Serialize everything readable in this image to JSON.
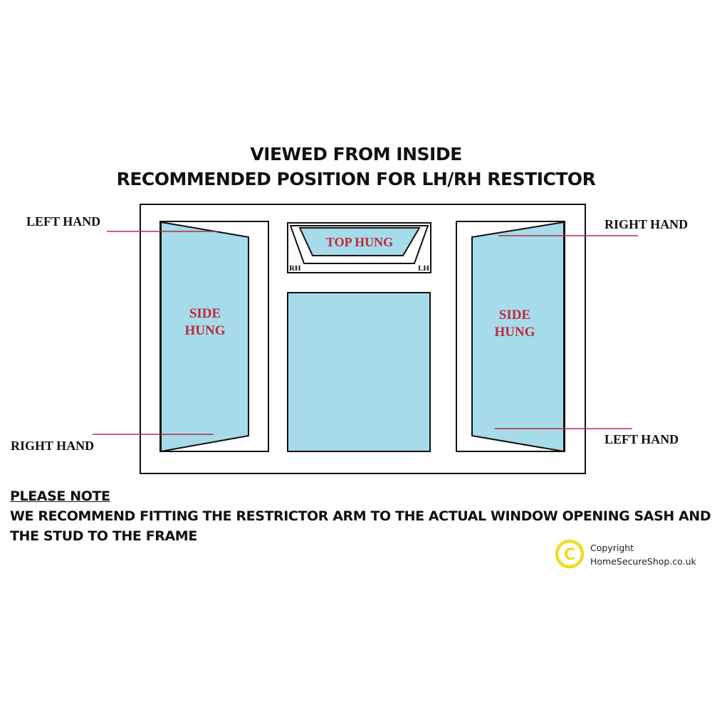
{
  "heading": {
    "line1": "VIEWED FROM INSIDE",
    "line2": "RECOMMENDED POSITION FOR LH/RH RESTICTOR"
  },
  "labels": {
    "left_top": "LEFT HAND",
    "left_bottom": "RIGHT HAND",
    "right_top": "RIGHT HAND",
    "right_bottom": "LEFT HAND",
    "left_pane_line1": "SIDE",
    "left_pane_line2": "HUNG",
    "right_pane_line1": "SIDE",
    "right_pane_line2": "HUNG",
    "top_pane": "TOP HUNG",
    "top_rh": "RH",
    "top_lh": "LH"
  },
  "note": {
    "title": "PLEASE NOTE",
    "line1": "WE RECOMMEND FITTING THE RESTRICTOR ARM TO THE ACTUAL WINDOW OPENING SASH AND",
    "line2": "THE STUD TO THE FRAME"
  },
  "copyright": {
    "symbol": "C",
    "line1": "Copyright",
    "line2": "HomeSecureShop.co.uk"
  },
  "colors": {
    "glass": "#a6dbe9",
    "label_red": "#c0283a",
    "pointer_line": "#b03040",
    "frame": "#111111",
    "copyright_circle": "#f0dc1e"
  }
}
